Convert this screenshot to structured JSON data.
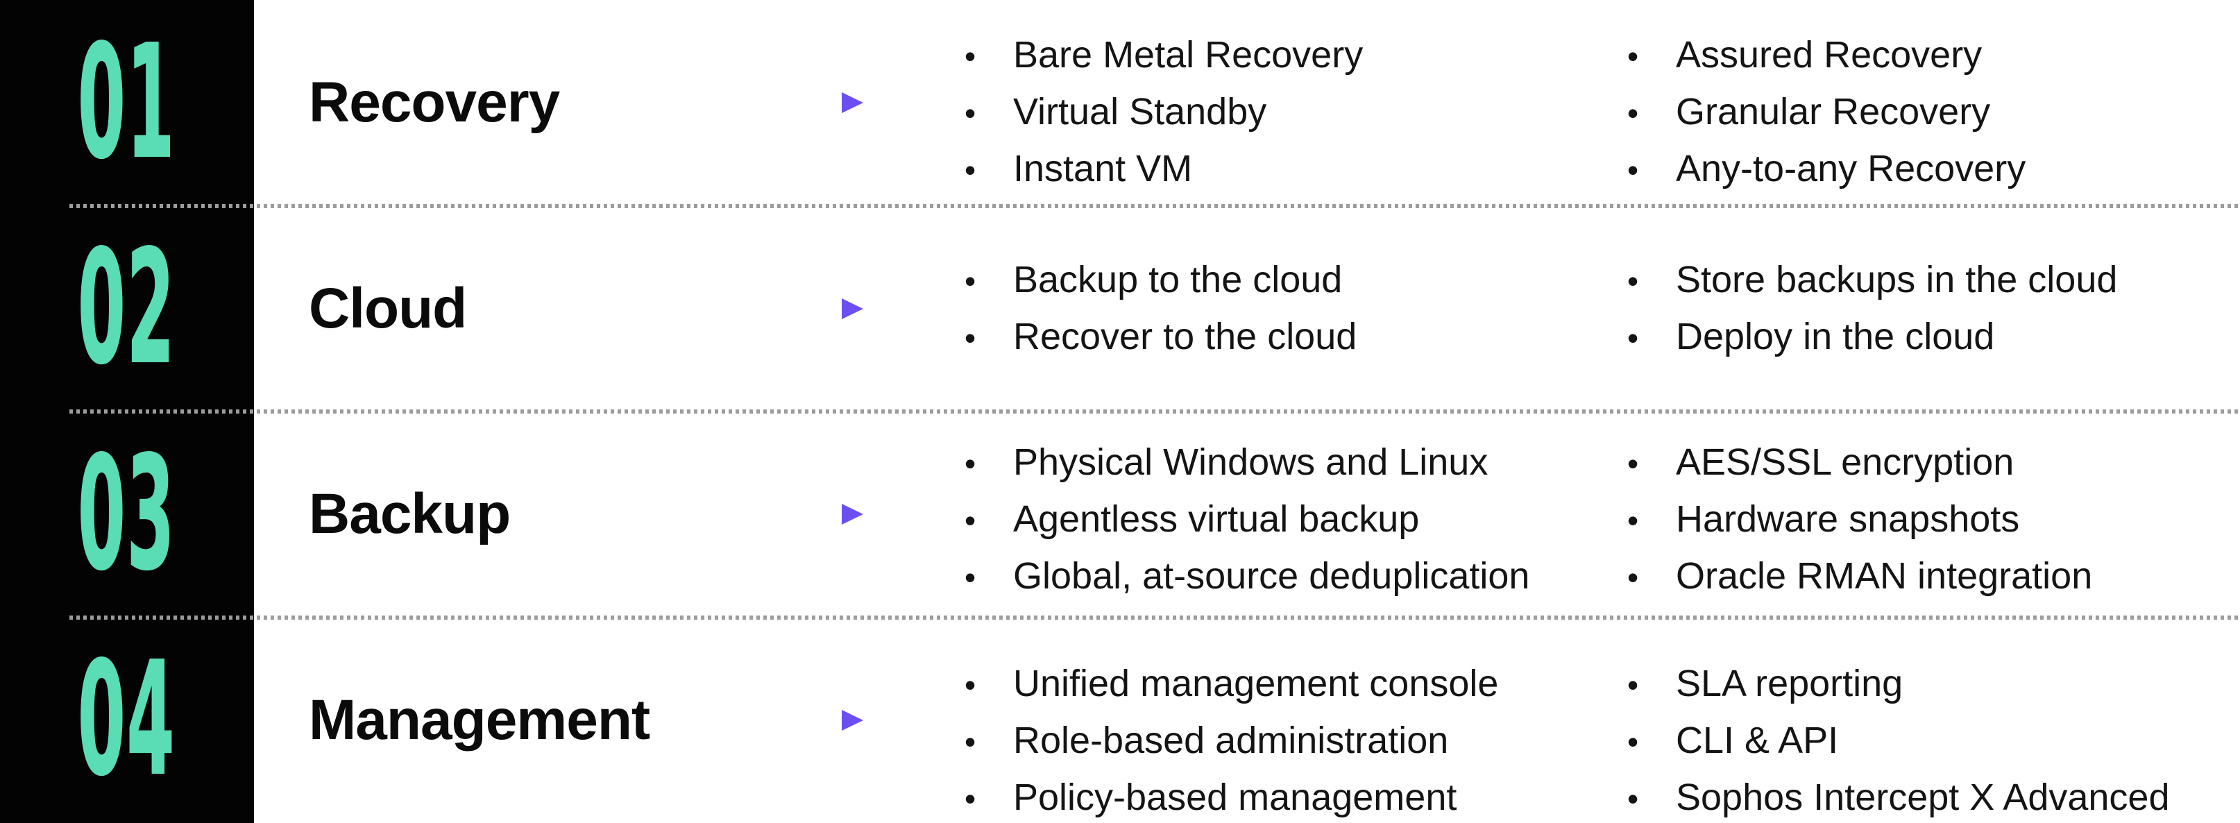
{
  "theme": {
    "background": "#ffffff",
    "sidebar_background": "#030303",
    "number_color": "#5adcb5",
    "text_color": "#101010",
    "divider_dot_color": "#9c9c9c"
  },
  "arrow": {
    "gradient_start": "#5fe1c6",
    "gradient_mid": "#5c7ee8",
    "gradient_end": "#6752f0",
    "head_color": "#6c4ff2"
  },
  "bullet_glyph": "•",
  "rows": [
    {
      "number": "01",
      "title": "Recovery",
      "col1": [
        "Bare Metal Recovery",
        "Virtual Standby",
        "Instant VM"
      ],
      "col2": [
        "Assured Recovery",
        "Granular Recovery",
        "Any-to-any Recovery"
      ]
    },
    {
      "number": "02",
      "title": "Cloud",
      "col1": [
        "Backup to the cloud",
        "Recover to the cloud"
      ],
      "col2": [
        "Store backups in the cloud",
        "Deploy in the cloud"
      ]
    },
    {
      "number": "03",
      "title": "Backup",
      "col1": [
        "Physical Windows and Linux",
        "Agentless virtual backup",
        "Global, at-source deduplication"
      ],
      "col2": [
        "AES/SSL encryption",
        "Hardware snapshots",
        "Oracle RMAN integration"
      ]
    },
    {
      "number": "04",
      "title": "Management",
      "col1": [
        "Unified management console",
        "Role-based administration",
        "Policy-based management"
      ],
      "col2": [
        "SLA reporting",
        "CLI & API",
        "Sophos Intercept X Advanced"
      ]
    }
  ]
}
